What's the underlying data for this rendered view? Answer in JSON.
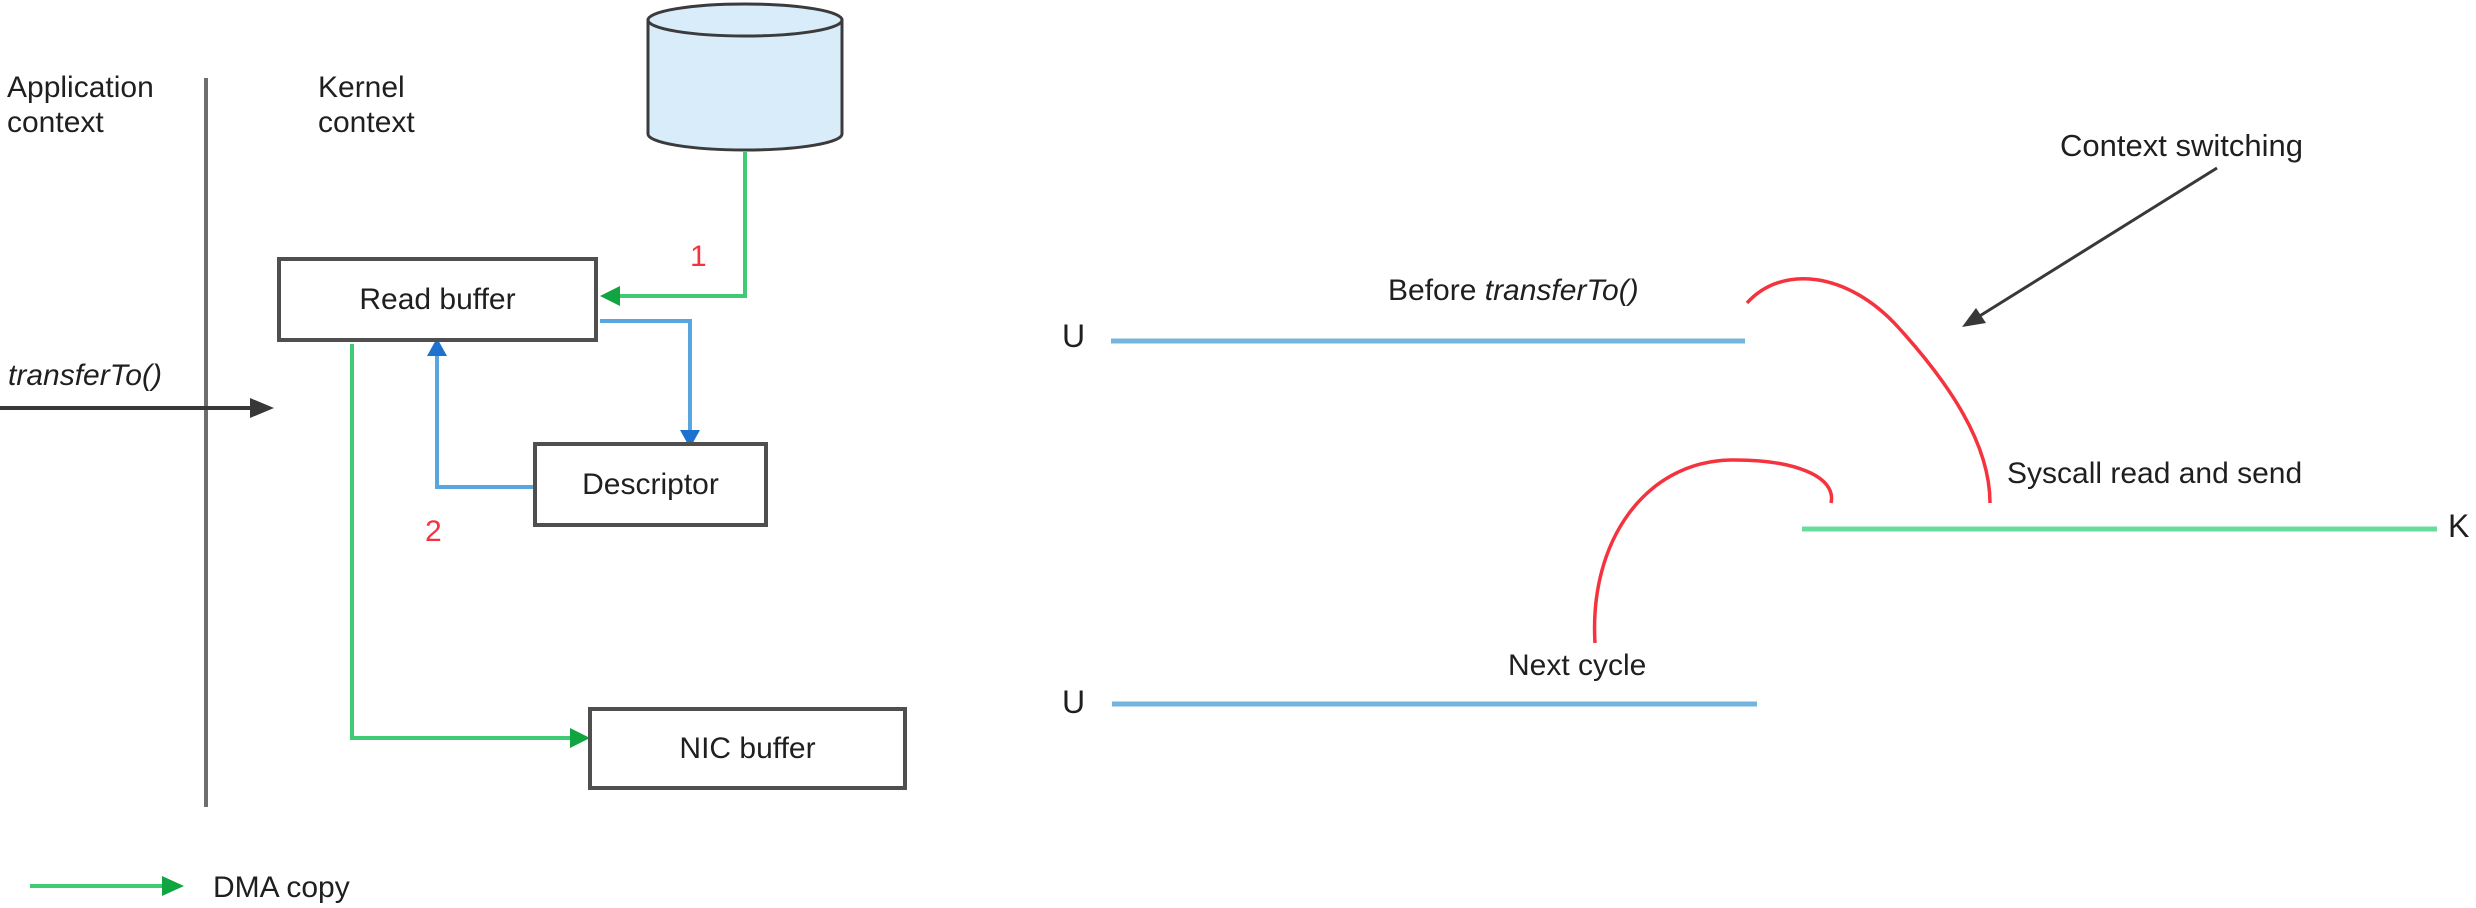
{
  "colors": {
    "diagram-green": "#3ecb74",
    "diagram-green-dark": "#10a541",
    "diagram-blue": "#59a5de",
    "diagram-blue-dark": "#1d71cf",
    "timeline-blue": "#74b5de",
    "timeline-green": "#68dc9a",
    "red": "#f5333f",
    "box-border": "#4f4f4f",
    "divider-gray": "#6e6e6e",
    "arrow-black": "#383838",
    "text-color": "#1f1f1f",
    "cylinder-fill": "#d9ecfa",
    "cylinder-stroke": "#3b3b3b"
  },
  "left_panel": {
    "application_context": {
      "line1": "Application",
      "line2": "context"
    },
    "kernel_context": {
      "line1": "Kernel",
      "line2": "context"
    },
    "transfer_to_label": "transferTo()",
    "step_1": "1",
    "step_2": "2",
    "boxes": {
      "read_buffer": "Read buffer",
      "descriptor": "Descriptor",
      "nic_buffer": "NIC buffer"
    },
    "legend": {
      "dma_copy": "DMA copy"
    }
  },
  "right_panel": {
    "context_switching": "Context switching",
    "before_transfer": {
      "prefix": "Before ",
      "method": "transferTo()"
    },
    "syscall_label": "Syscall read and send",
    "next_cycle": "Next cycle",
    "user_label_1": "U",
    "user_label_2": "U",
    "kernel_label": "K"
  }
}
